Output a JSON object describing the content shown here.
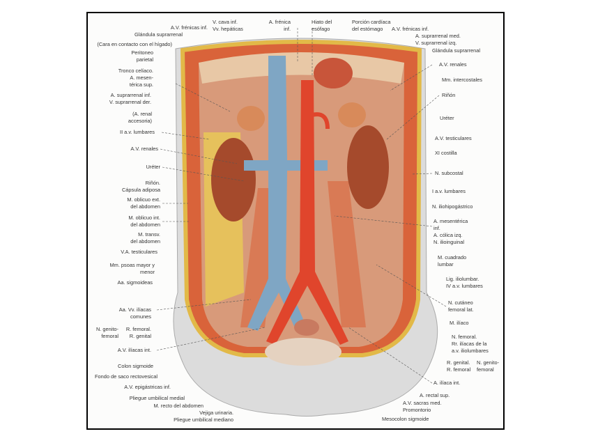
{
  "labels": {
    "top": [
      "A.V. frénicas inf.",
      "V. cava inf.\nVv. hepáticas",
      "A. frénica\ninf.",
      "Hiato del\nesófago",
      "Porción cardíaca\ndel estómago",
      "A.V. frénicas inf.",
      "A. suprarrenal med.\nV. suprarrenal izq.",
      "Glándula suprarrenal"
    ],
    "left": [
      "Glándula suprarrenal",
      "(Cara en contacto con el hígado)",
      "Peritoneo\nparietal",
      "Tronco celíaco.\nA. mesen-\ntérica sup.",
      "A. suprarrenal inf.\nV. suprarrenal der.",
      "(A. renal\naccesoria)",
      "II a.v. lumbares",
      "A.V. renales",
      "Uréter",
      "Riñón.\nCápsula adiposa",
      "M. oblicuo ext.\ndel abdomen",
      "M. oblicuo int.\ndel abdomen",
      "M. transv.\ndel abdomen",
      "V.A. testiculares",
      "Mm. psoas mayor y\nmenor",
      "Aa. sigmoideas",
      "Aa. Vv. ilíacas\ncomunes",
      "N. genito-\nfemoral",
      "R. femoral.\nR. genital",
      "A.V. ilíacas int.",
      "Colon sigmoide",
      "Fondo de saco rectovesical",
      "A.V. epigástricas inf.",
      "Pliegue umbilical medial",
      "M. recto del abdomen",
      "Vejiga urinaria.\nPliegue umbilical mediano"
    ],
    "right": [
      "A.V. renales",
      "Mm. intercostales",
      "Riñón",
      "Uréter",
      "A.V. testiculares",
      "XI costilla",
      "N. subcostal",
      "I a.v. lumbares",
      "N. iliohipogástrico",
      "A. mesentérica\ninf.\nA. cólica izq.\nN. ilioinguinal",
      "M. cuadrado\nlumbar",
      "Lig. iliolumbar.\nIV a.v. lumbares",
      "N. cutáneo\nfemoral lat.",
      "M. ilíaco",
      "N. femoral.\nRr. ilíacas de la\na.v. iliolumbares",
      "R. genital.\nR. femoral",
      "N. genito-\nfemoral",
      "A. ilíaca int.",
      "A. rectal sup.",
      "A.V. sacras med.\nPromontorio",
      "Mesocolon sigmoide"
    ]
  },
  "colors": {
    "artery": "#e0452c",
    "vein": "#7fa6c4",
    "kidney": "#a54a2c",
    "fat": "#e8c45a",
    "muscle": "#d2643c",
    "skin": "#d9d9d9"
  }
}
